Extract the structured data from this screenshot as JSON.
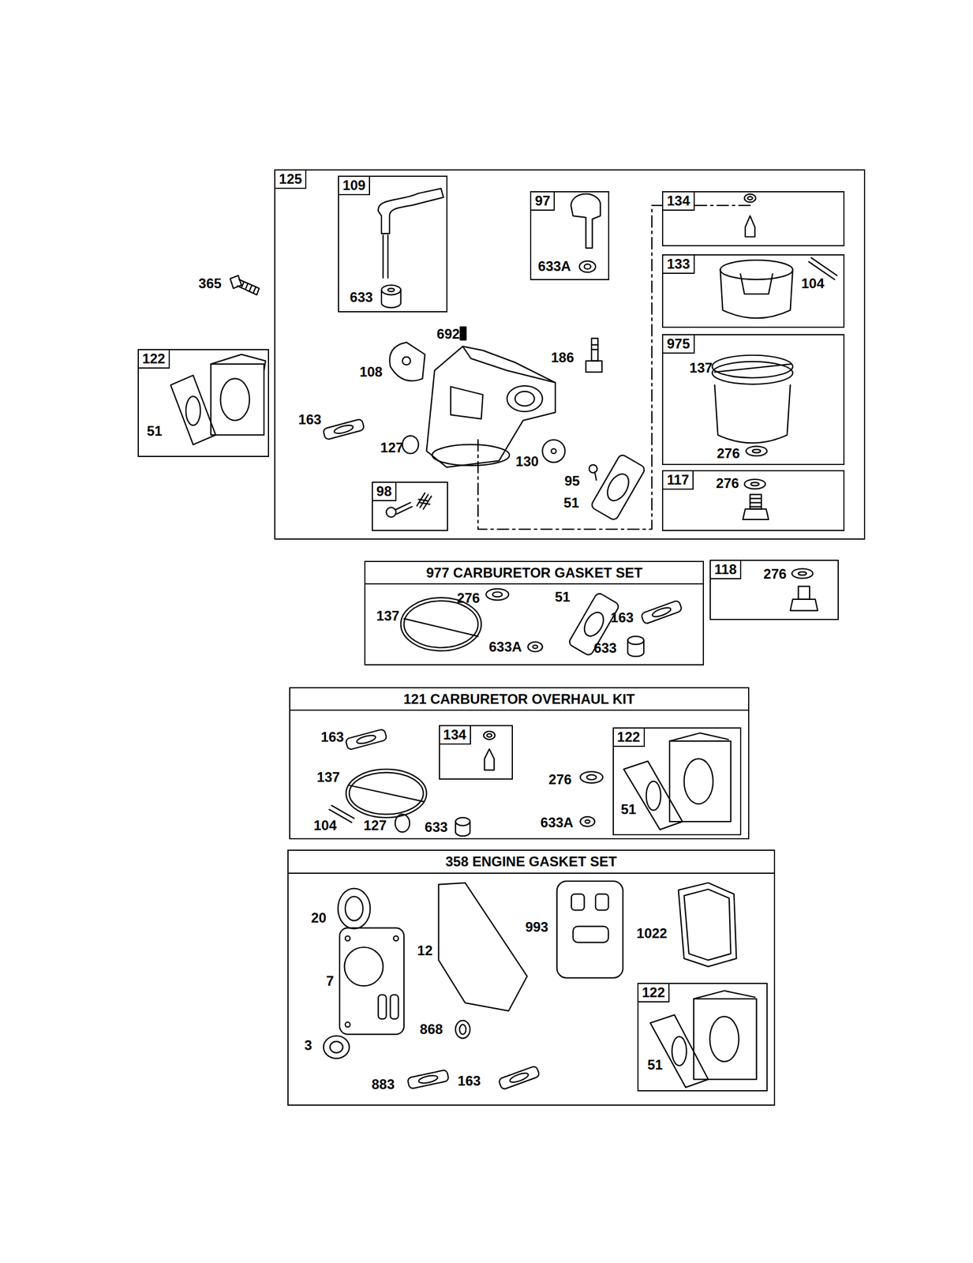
{
  "diagram": {
    "nodes": [
      {
        "text": [
          "125",
          "692",
          "108",
          "186",
          "163",
          "127",
          "130",
          "95",
          "51"
        ]
      },
      {
        "text": [
          "109",
          "633"
        ],
        "in": 0
      },
      {
        "text": [
          "97",
          "633A"
        ],
        "in": 0
      },
      {
        "text": [
          "134"
        ],
        "in": 0
      },
      {
        "text": [
          "133",
          "104"
        ],
        "in": 0
      },
      {
        "text": [
          "975",
          "137",
          "276"
        ],
        "in": 0
      },
      {
        "text": [
          "98"
        ],
        "in": 0
      },
      {
        "text": [
          "117",
          "276"
        ],
        "in": 0
      },
      {
        "text": [
          "122",
          "51"
        ]
      },
      {
        "text": [
          "977 CARBURETOR GASKET SET",
          "137",
          "276",
          "51",
          "163",
          "633A",
          "633"
        ]
      },
      {
        "text": [
          "118",
          "276"
        ]
      },
      {
        "text": [
          "121 CARBURETOR OVERHAUL KIT",
          "163",
          "137",
          "104",
          "127",
          "633",
          "276",
          "633A"
        ]
      },
      {
        "text": [
          "134"
        ],
        "in": 11
      },
      {
        "text": [
          "122",
          "51"
        ],
        "in": 11
      },
      {
        "text": [
          "358 ENGINE GASKET SET",
          "20",
          "12",
          "993",
          "1022",
          "7",
          "868",
          "3",
          "883",
          "163"
        ]
      },
      {
        "text": [
          "122",
          "51"
        ],
        "in": 14
      }
    ],
    "labels": [
      "365"
    ]
  }
}
